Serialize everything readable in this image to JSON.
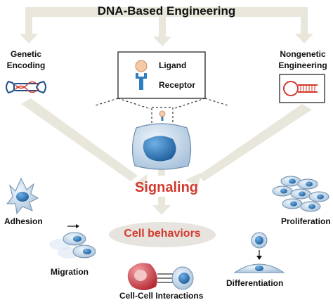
{
  "title": "DNA-Based Engineering",
  "left_branch": {
    "line1": "Genetic",
    "line2": "Encoding"
  },
  "right_branch": {
    "line1": "Nongenetic",
    "line2": "Engineering"
  },
  "inset": {
    "ligand": "Ligand",
    "receptor": "Receptor"
  },
  "center": "Signaling",
  "behaviors": {
    "title": "Cell behaviors",
    "adhesion": "Adhesion",
    "migration": "Migration",
    "cell_cell": "Cell-Cell Interactions",
    "differentiation": "Differentiation",
    "proliferation": "Proliferation"
  },
  "colors": {
    "arrow": "#e9e6dc",
    "signaling": "#d23a2e",
    "nucleus": "#2f7fc1",
    "cell": "#cfe0f0",
    "ellipse": "#e7e3de",
    "red_cell": "#c8323a"
  }
}
